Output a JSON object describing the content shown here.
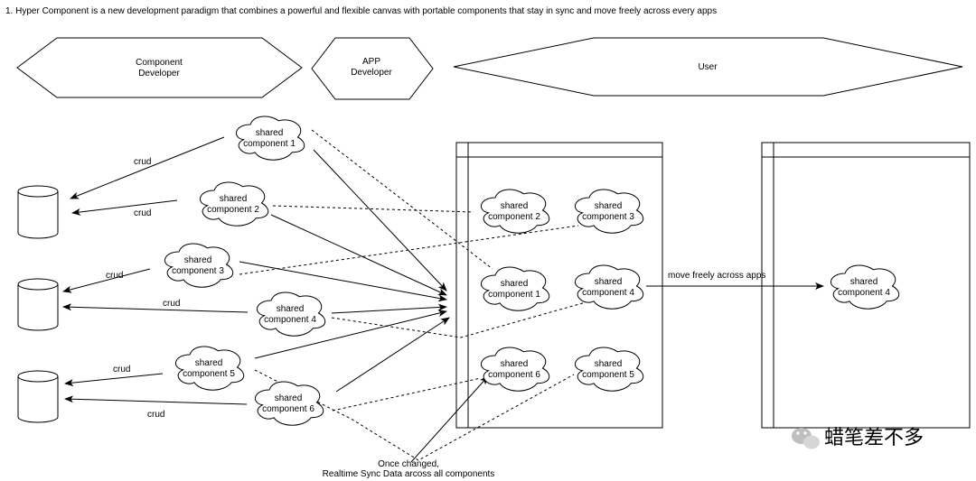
{
  "heading": "1. Hyper Component is a new development paradigm that combines a powerful and flexible canvas with portable components that stay in sync and move freely across every apps",
  "roles": {
    "component_developer": [
      "Component",
      "Developer"
    ],
    "app_developer": [
      "APP",
      "Developer"
    ],
    "user": "User"
  },
  "left_components": {
    "c1": [
      "shared",
      "component 1"
    ],
    "c2": [
      "shared",
      "component 2"
    ],
    "c3": [
      "shared",
      "component 3"
    ],
    "c4": [
      "shared",
      "component 4"
    ],
    "c5": [
      "shared",
      "component 5"
    ],
    "c6": [
      "shared",
      "component 6"
    ]
  },
  "app_components": {
    "c2": [
      "shared",
      "component 2"
    ],
    "c3": [
      "shared",
      "component 3"
    ],
    "c1": [
      "shared",
      "component 1"
    ],
    "c4": [
      "shared",
      "component 4"
    ],
    "c6": [
      "shared",
      "component 6"
    ],
    "c5": [
      "shared",
      "component 5"
    ]
  },
  "user_app_component": [
    "shared",
    "component 4"
  ],
  "crud_label": "crud",
  "move_label": "move freely across apps",
  "sync_note": [
    "Once changed,",
    "Realtime Sync Data arcoss all components"
  ],
  "watermark": "蜡笔差不多",
  "colors": {
    "stroke": "#000000",
    "background": "#ffffff",
    "watermark": "#b5b5b5"
  }
}
